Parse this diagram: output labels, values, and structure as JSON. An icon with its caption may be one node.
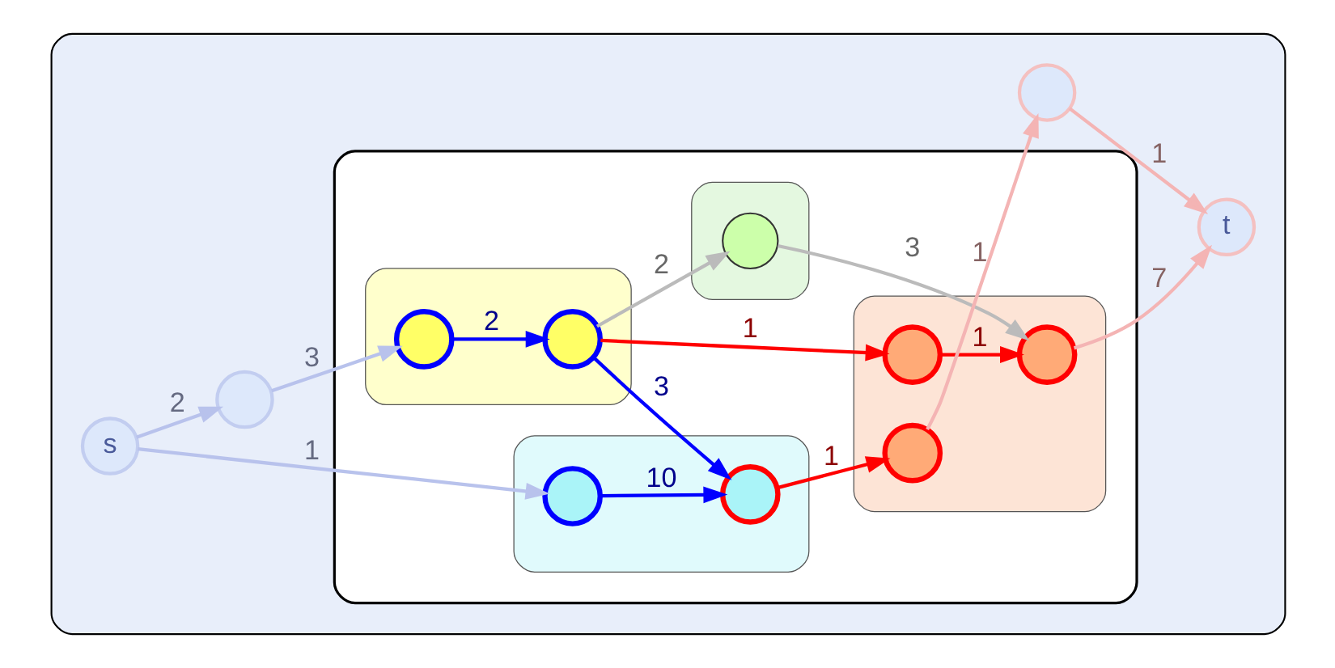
{
  "diagram": {
    "nodes": [
      {
        "text": [],
        "shape": "area"
      },
      {
        "text": [],
        "shape": "area",
        "in": 0
      },
      {
        "text": [],
        "shape": "area",
        "in": 1
      },
      {
        "text": [],
        "shape": "area",
        "in": 1
      },
      {
        "text": [],
        "shape": "area",
        "in": 1
      },
      {
        "text": [],
        "shape": "area",
        "in": 1
      },
      {
        "text": [
          "s"
        ],
        "in": 0
      },
      {
        "text": [],
        "shape": "circle",
        "in": 0
      },
      {
        "text": [],
        "shape": "circle",
        "in": 2
      },
      {
        "text": [],
        "shape": "circle",
        "in": 2
      },
      {
        "text": [],
        "shape": "circle",
        "in": 3
      },
      {
        "text": [],
        "shape": "circle",
        "in": 4
      },
      {
        "text": [],
        "shape": "circle",
        "in": 4
      },
      {
        "text": [],
        "shape": "circle",
        "in": 5
      },
      {
        "text": [],
        "shape": "circle",
        "in": 5
      },
      {
        "text": [],
        "shape": "circle",
        "in": 5
      },
      {
        "text": [],
        "shape": "circle",
        "in": 0
      },
      {
        "text": [
          "t"
        ],
        "in": 0
      }
    ],
    "edges": [
      {
        "from": 6,
        "to": 7,
        "arrow": "to",
        "label": "2",
        "color": "#b8c2ec"
      },
      {
        "from": 7,
        "to": 8,
        "arrow": "to",
        "label": "3",
        "color": "#b8c2ec"
      },
      {
        "from": 6,
        "to": 11,
        "arrow": "to",
        "label": "1",
        "color": "#b8c2ec"
      },
      {
        "from": 8,
        "to": 9,
        "arrow": "to",
        "label": "2",
        "color": "#0000ff"
      },
      {
        "from": 9,
        "to": 10,
        "arrow": "to",
        "label": "2",
        "color": "#bbbbbb"
      },
      {
        "from": 10,
        "to": 14,
        "arrow": "to",
        "label": "3",
        "color": "#bbbbbb"
      },
      {
        "from": 9,
        "to": 12,
        "arrow": "to",
        "label": "3",
        "color": "#0000ff"
      },
      {
        "from": 9,
        "to": 13,
        "arrow": "to",
        "label": "1",
        "color": "#ff0000"
      },
      {
        "from": 11,
        "to": 12,
        "arrow": "to",
        "label": "10",
        "color": "#0000ff"
      },
      {
        "from": 13,
        "to": 14,
        "arrow": "to",
        "label": "1",
        "color": "#ff0000"
      },
      {
        "from": 12,
        "to": 15,
        "arrow": "to",
        "label": "1",
        "color": "#ff0000"
      },
      {
        "from": 14,
        "to": 17,
        "arrow": "to",
        "label": "7",
        "color": "#f4b4b4"
      },
      {
        "from": 15,
        "to": 16,
        "arrow": "to",
        "label": "1",
        "color": "#f4b4b4"
      },
      {
        "from": 16,
        "to": 17,
        "arrow": "to",
        "label": "1",
        "color": "#f4b4b4"
      }
    ]
  }
}
